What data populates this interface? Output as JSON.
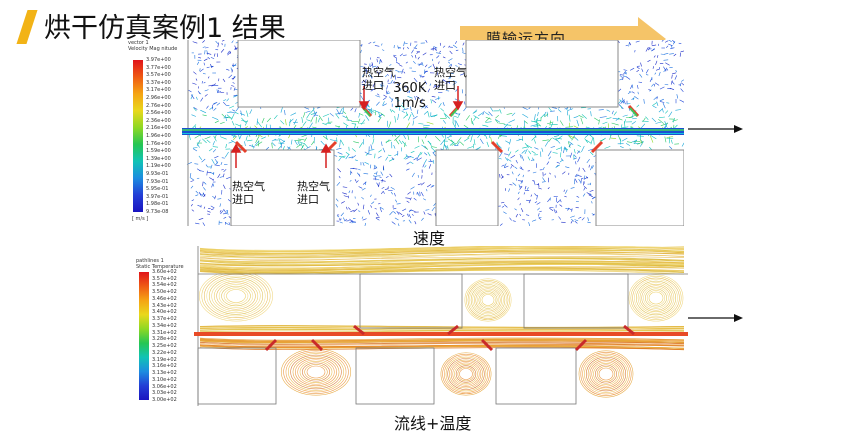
{
  "header": {
    "title": "烘干仿真案例1 结果",
    "accent_color": "#f2b316",
    "direction_label": "膜输运方向",
    "direction_color": "#f5c468"
  },
  "velocity_panel": {
    "legend_header": [
      "vector 1",
      "Velocity Mag nitude"
    ],
    "legend_ticks": [
      "3.97e+00",
      "3.77e+00",
      "3.57e+00",
      "3.37e+00",
      "3.17e+00",
      "2.96e+00",
      "2.76e+00",
      "2.56e+00",
      "2.36e+00",
      "2.16e+00",
      "1.96e+00",
      "1.76e+00",
      "1.59e+00",
      "1.39e+00",
      "1.19e+00",
      "9.93e-01",
      "7.93e-01",
      "5.95e-01",
      "3.97e-01",
      "1.98e-01",
      "9.73e-08"
    ],
    "legend_unit": "[ m/s ]",
    "notes": {
      "inlet_top_left": "热空气\n进口",
      "inlet_top_right": "热空气\n进口",
      "inlet_condition": "360K\n1m/s",
      "inlet_bottom_left": "热空气\n进口",
      "inlet_bottom_right": "热空气\n进口"
    },
    "caption": "速度"
  },
  "streamline_panel": {
    "legend_header": [
      "pathlines 1",
      "Static Temperature"
    ],
    "legend_ticks": [
      "3.60e+02",
      "3.57e+02",
      "3.54e+02",
      "3.50e+02",
      "3.46e+02",
      "3.43e+02",
      "3.40e+02",
      "3.37e+02",
      "3.34e+02",
      "3.31e+02",
      "3.28e+02",
      "3.25e+02",
      "3.22e+02",
      "3.19e+02",
      "3.16e+02",
      "3.13e+02",
      "3.10e+02",
      "3.06e+02",
      "3.03e+02",
      "3.00e+02"
    ],
    "caption": "流线+温度"
  }
}
